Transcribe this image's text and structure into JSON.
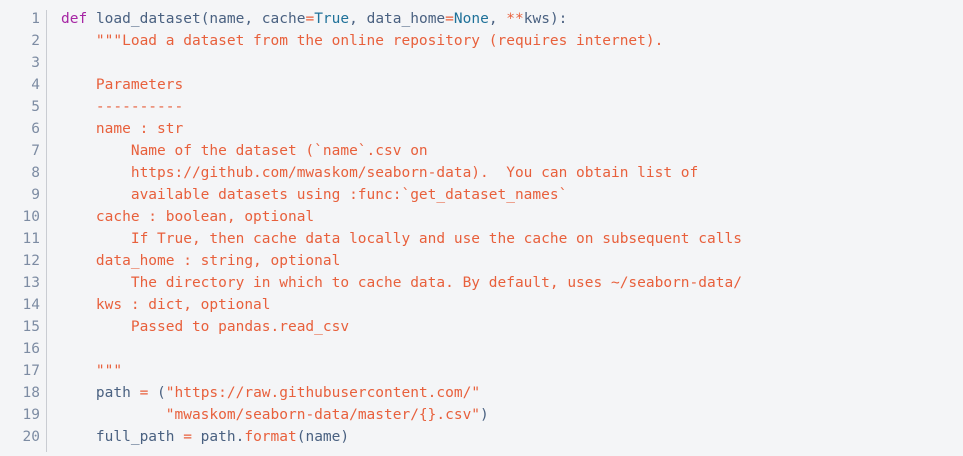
{
  "editor": {
    "language": "python",
    "background_color": "#f4f5f7",
    "gutter_color": "#7d8ca3",
    "divider_color": "#c9ccd2",
    "first_line_number": 1,
    "last_line_number": 20,
    "total_lines": 20
  },
  "palette": {
    "keyword": "#a626a4",
    "identifier": "#4a6181",
    "operator": "#e8603c",
    "constant": "#1f7199",
    "string": "#e8603c",
    "method": "#e8603c",
    "line_number": "#7d8ca3"
  },
  "gutter": {
    "numbers": [
      "1",
      "2",
      "3",
      "4",
      "5",
      "6",
      "7",
      "8",
      "9",
      "10",
      "11",
      "12",
      "13",
      "14",
      "15",
      "16",
      "17",
      "18",
      "19",
      "20"
    ]
  },
  "code": {
    "plain_text": "def load_dataset(name, cache=True, data_home=None, **kws):\n    \"\"\"Load a dataset from the online repository (requires internet).\n\n    Parameters\n    ----------\n    name : str\n        Name of the dataset (`name`.csv on\n        https://github.com/mwaskom/seaborn-data).  You can obtain list of\n        available datasets using :func:`get_dataset_names`\n    cache : boolean, optional\n        If True, then cache data locally and use the cache on subsequent calls\n    data_home : string, optional\n        The directory in which to cache data. By default, uses ~/seaborn-data/\n    kws : dict, optional\n        Passed to pandas.read_csv\n\n    \"\"\"\n    path = (\"https://raw.githubusercontent.com/\"\n            \"mwaskom/seaborn-data/master/{}.csv\")\n    full_path = path.format(name)",
    "lines": [
      {
        "n": 1,
        "tokens": [
          {
            "t": "def",
            "c": "t-kw"
          },
          {
            "t": " ",
            "c": "t-name"
          },
          {
            "t": "load_dataset",
            "c": "t-fn"
          },
          {
            "t": "(name, cache",
            "c": "t-name"
          },
          {
            "t": "=",
            "c": "t-op"
          },
          {
            "t": "True",
            "c": "t-const"
          },
          {
            "t": ", data_home",
            "c": "t-name"
          },
          {
            "t": "=",
            "c": "t-op"
          },
          {
            "t": "None",
            "c": "t-const"
          },
          {
            "t": ", ",
            "c": "t-name"
          },
          {
            "t": "**",
            "c": "t-op"
          },
          {
            "t": "kws):",
            "c": "t-name"
          }
        ]
      },
      {
        "n": 2,
        "tokens": [
          {
            "t": "    \"\"\"Load a dataset from the online repository (requires internet).",
            "c": "t-str"
          }
        ]
      },
      {
        "n": 3,
        "tokens": [
          {
            "t": "",
            "c": "t-str"
          }
        ]
      },
      {
        "n": 4,
        "tokens": [
          {
            "t": "    Parameters",
            "c": "t-str"
          }
        ]
      },
      {
        "n": 5,
        "tokens": [
          {
            "t": "    ----------",
            "c": "t-str"
          }
        ]
      },
      {
        "n": 6,
        "tokens": [
          {
            "t": "    name : str",
            "c": "t-str"
          }
        ]
      },
      {
        "n": 7,
        "tokens": [
          {
            "t": "        Name of the dataset (`name`.csv on",
            "c": "t-str"
          }
        ]
      },
      {
        "n": 8,
        "tokens": [
          {
            "t": "        https://github.com/mwaskom/seaborn-data).  You can obtain list of",
            "c": "t-str"
          }
        ]
      },
      {
        "n": 9,
        "tokens": [
          {
            "t": "        available datasets using :func:`get_dataset_names`",
            "c": "t-str"
          }
        ]
      },
      {
        "n": 10,
        "tokens": [
          {
            "t": "    cache : boolean, optional",
            "c": "t-str"
          }
        ]
      },
      {
        "n": 11,
        "tokens": [
          {
            "t": "        If True, then cache data locally and use the cache on subsequent calls",
            "c": "t-str"
          }
        ]
      },
      {
        "n": 12,
        "tokens": [
          {
            "t": "    data_home : string, optional",
            "c": "t-str"
          }
        ]
      },
      {
        "n": 13,
        "tokens": [
          {
            "t": "        The directory in which to cache data. By default, uses ~/seaborn-data/",
            "c": "t-str"
          }
        ]
      },
      {
        "n": 14,
        "tokens": [
          {
            "t": "    kws : dict, optional",
            "c": "t-str"
          }
        ]
      },
      {
        "n": 15,
        "tokens": [
          {
            "t": "        Passed to pandas.read_csv",
            "c": "t-str"
          }
        ]
      },
      {
        "n": 16,
        "tokens": [
          {
            "t": "",
            "c": "t-str"
          }
        ]
      },
      {
        "n": 17,
        "tokens": [
          {
            "t": "    \"\"\"",
            "c": "t-str"
          }
        ]
      },
      {
        "n": 18,
        "tokens": [
          {
            "t": "    path ",
            "c": "t-name"
          },
          {
            "t": "=",
            "c": "t-op"
          },
          {
            "t": " (",
            "c": "t-punc"
          },
          {
            "t": "\"https://raw.githubusercontent.com/\"",
            "c": "t-str"
          }
        ]
      },
      {
        "n": 19,
        "tokens": [
          {
            "t": "            ",
            "c": "t-name"
          },
          {
            "t": "\"mwaskom/seaborn-data/master/{}.csv\"",
            "c": "t-str"
          },
          {
            "t": ")",
            "c": "t-punc"
          }
        ]
      },
      {
        "n": 20,
        "tokens": [
          {
            "t": "    full_path ",
            "c": "t-name"
          },
          {
            "t": "=",
            "c": "t-op"
          },
          {
            "t": " path.",
            "c": "t-name"
          },
          {
            "t": "format",
            "c": "t-meth"
          },
          {
            "t": "(name)",
            "c": "t-name"
          }
        ]
      }
    ]
  }
}
